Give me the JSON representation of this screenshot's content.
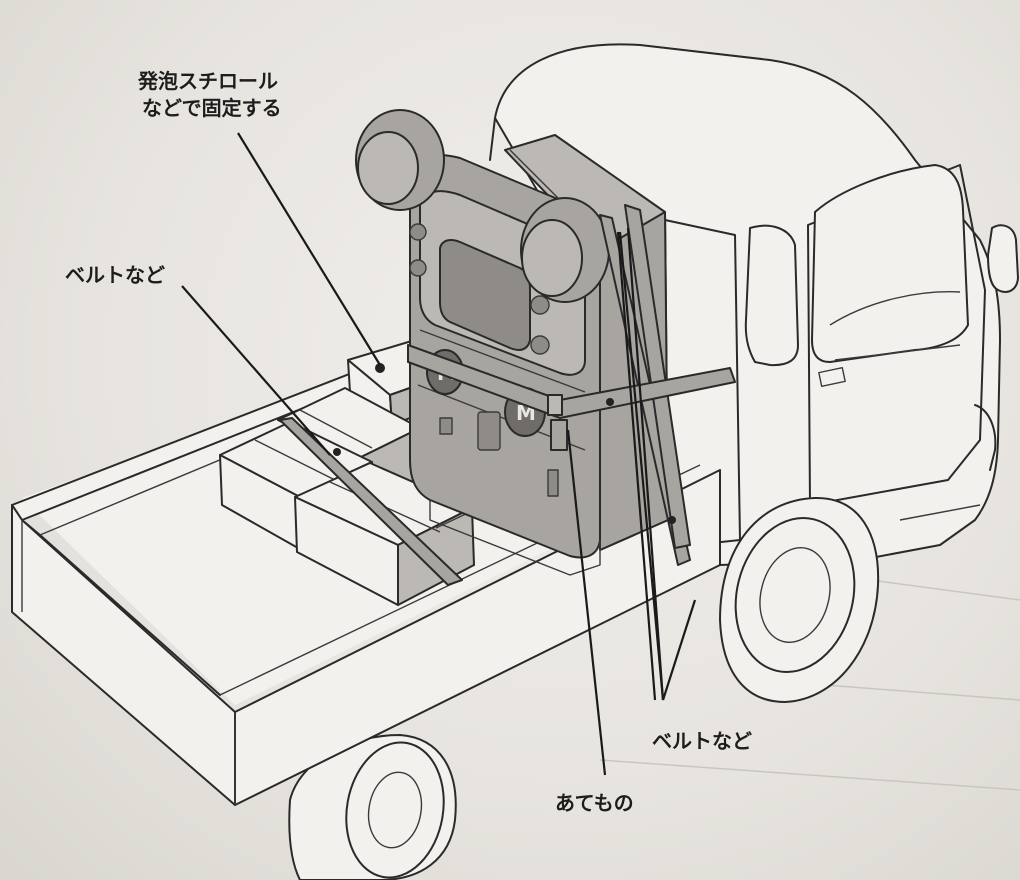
{
  "labels": {
    "styrofoam_line1": "発泡スチロール",
    "styrofoam_line2": "などで固定する",
    "belt_left": "ベルトなど",
    "belt_right": "ベルトなど",
    "padding": "あてもの"
  },
  "colors": {
    "line": "#2a2a2a",
    "background": "#e9e6e1",
    "machine_gray": "#a8a5a0"
  }
}
